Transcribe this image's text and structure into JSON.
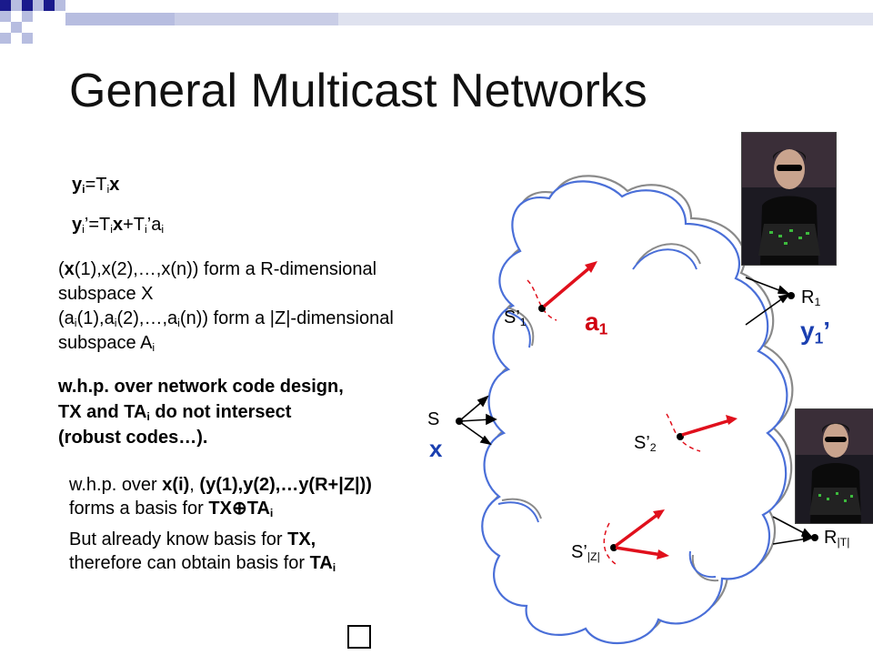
{
  "slide": {
    "title": "General Multicast Networks",
    "eq1": {
      "y": "y",
      "i1": "i",
      "eq": "=T",
      "i2": "i",
      "x": "x"
    },
    "eq2": {
      "y": "y",
      "i1": "i",
      "p1": "’=T",
      "i2": "i",
      "x": "x",
      "p2": "+T",
      "i3": "i",
      "p3": "’a",
      "i4": "i"
    },
    "para1": {
      "line1": {
        "open": "(",
        "x1": "x",
        "mid1": "(1),",
        "x2": "x",
        "mid2": "(2),…,",
        "x3": "x",
        "rest": "(n)) form a R-dimensional"
      },
      "line2": "subspace X",
      "line3": {
        "p1": "(a",
        "s1": "i",
        "p2": "(1),a",
        "s2": "i",
        "p3": "(2),…,a",
        "s3": "i",
        "p4": "(n)) form a |Z|-dimensional"
      },
      "line4": {
        "text": "subspace A",
        "sub": "i"
      }
    },
    "para2": {
      "line1": "w.h.p. over network code design,",
      "line2": {
        "text": "TX and TA",
        "sub": "i",
        "rest": " do not intersect"
      },
      "line3": "(robust codes…)."
    },
    "para3": {
      "line1": {
        "p1": "w.h.p. over ",
        "b1": "x(i)",
        "p2": ", ",
        "b2": "(y(1),y(2),…y(R+|Z|))"
      },
      "line2": {
        "p1": "forms a basis for ",
        "b1": "TX",
        "op": "⊕",
        "b2": "TA",
        "sub": "i"
      }
    },
    "para4": {
      "line1": {
        "p1": "But already know basis for ",
        "b1": "TX,"
      },
      "line2": {
        "p1": "therefore can obtain basis for ",
        "b1": "TA",
        "sub": "i"
      }
    },
    "network": {
      "source": "S",
      "source_symbol": "x",
      "s1": {
        "label": "S’",
        "sub": "1"
      },
      "s2": {
        "label": "S’",
        "sub": "2"
      },
      "sz": {
        "label": "S’",
        "sub": "|Z|"
      },
      "r1": {
        "label": "R",
        "sub": "1"
      },
      "rt": {
        "label": "R",
        "sub": "|T|"
      },
      "a1": {
        "label": "a",
        "sub": "1"
      },
      "y1": {
        "label": "y",
        "sub": "1",
        "prime": "’"
      }
    },
    "colors": {
      "title": "#111111",
      "cloud_blue": "#4a6fd8",
      "cloud_gray": "#8a8a8a",
      "arrow_red": "#e0101c",
      "dashed_red": "#e0101c",
      "eve_symbol": "#d00010",
      "decor_dark": "#1a1a8c",
      "decor_light": "#b7bde0"
    }
  }
}
